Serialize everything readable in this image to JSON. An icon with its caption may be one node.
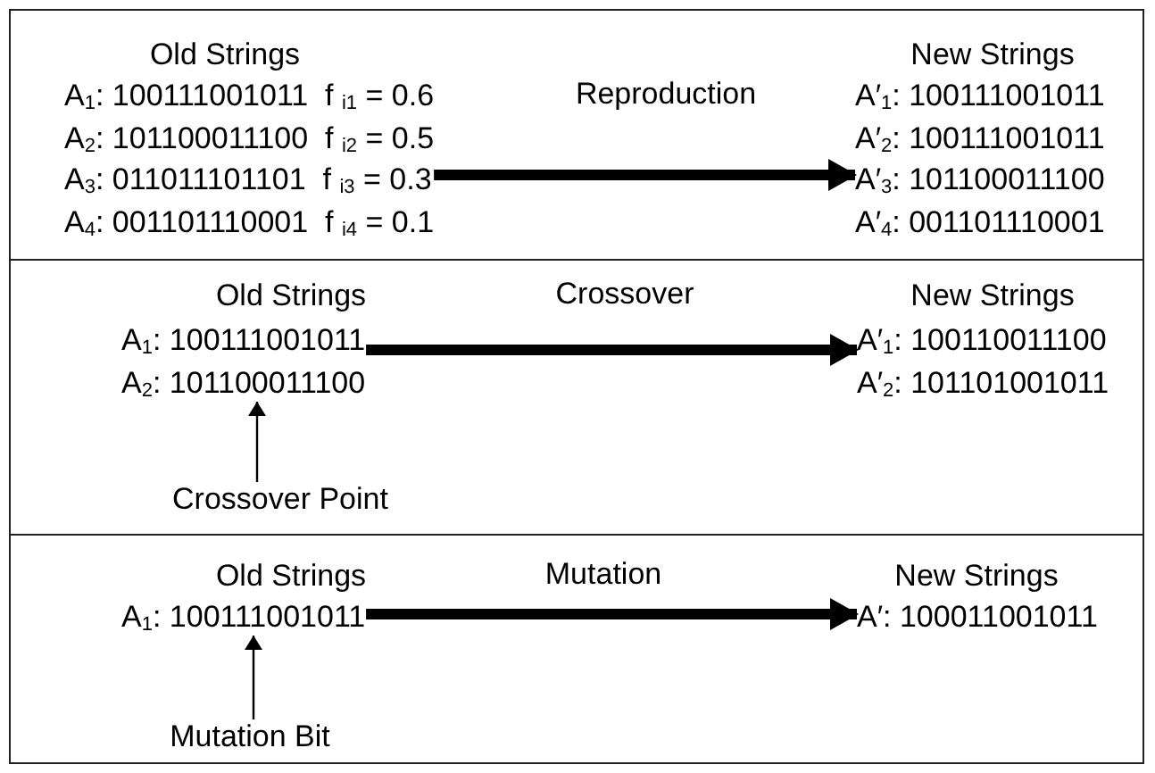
{
  "diagram": {
    "nodes": [
      {
        "text": [],
        "shape": "box"
      },
      {
        "text": [
          "Old Strings",
          "A$_{1}$: 100111001011  f $_{i1}$ = 0.6",
          "A$_{2}$: 101100011100  f $_{i2}$ = 0.5",
          "A$_{3}$: 011011101101  f $_{i3}$ = 0.3",
          "A$_{4}$: 001101110001  f $_{i4}$ = 0.1"
        ],
        "in": 0
      },
      {
        "text": [
          "New Strings",
          "A′$_{1}$: 100111001011",
          "A′$_{2}$: 100111001011",
          "A′$_{3}$: 101100011100",
          "A′$_{4}$: 001101110001"
        ],
        "in": 0
      },
      {
        "text": [],
        "shape": "box"
      },
      {
        "text": [
          "Old Strings",
          "A$_{1}$: 100111001011",
          "A$_{2}$: 101100011100"
        ],
        "in": 3
      },
      {
        "text": [
          "New Strings",
          "A′$_{1}$: 100110011100",
          "A′$_{2}$: 101101001011"
        ],
        "in": 3
      },
      {
        "text": [
          "Crossover Point"
        ],
        "in": 3
      },
      {
        "text": [],
        "shape": "box"
      },
      {
        "text": [
          "Old Strings",
          "A$_{1}$: 100111001011"
        ],
        "in": 7
      },
      {
        "text": [
          "New Strings",
          "A′: 100011001011"
        ],
        "in": 7
      },
      {
        "text": [
          "Mutation Bit"
        ],
        "in": 7
      }
    ],
    "edges": [
      {
        "from": 1,
        "to": 2,
        "arrow": "to",
        "label": "Reproduction"
      },
      {
        "from": 4,
        "to": 5,
        "arrow": "to",
        "label": "Crossover"
      },
      {
        "from": 6,
        "to": 4,
        "arrow": "to"
      },
      {
        "from": 8,
        "to": 9,
        "arrow": "to",
        "label": "Mutation"
      },
      {
        "from": 10,
        "to": 8,
        "arrow": "to"
      }
    ]
  }
}
